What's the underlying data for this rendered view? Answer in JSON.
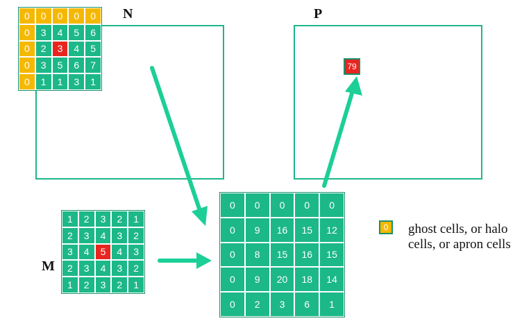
{
  "labels": {
    "n": "N",
    "p": "P",
    "m": "M"
  },
  "colors": {
    "green": "#1cb887",
    "ghost": "#f5b800",
    "highlight": "#e8251f",
    "arrow": "#1ccf96"
  },
  "n_grid": {
    "rows": [
      [
        "0",
        "0",
        "0",
        "0",
        "0"
      ],
      [
        "0",
        "3",
        "4",
        "5",
        "6"
      ],
      [
        "0",
        "2",
        "3",
        "4",
        "5"
      ],
      [
        "0",
        "3",
        "5",
        "6",
        "7"
      ],
      [
        "0",
        "1",
        "1",
        "3",
        "1"
      ]
    ],
    "ghost": [
      [
        0,
        0
      ],
      [
        0,
        1
      ],
      [
        0,
        2
      ],
      [
        0,
        3
      ],
      [
        0,
        4
      ],
      [
        1,
        0
      ],
      [
        2,
        0
      ],
      [
        3,
        0
      ],
      [
        4,
        0
      ]
    ],
    "highlight": [
      2,
      2
    ]
  },
  "m_grid": {
    "rows": [
      [
        "1",
        "2",
        "3",
        "2",
        "1"
      ],
      [
        "2",
        "3",
        "4",
        "3",
        "2"
      ],
      [
        "3",
        "4",
        "5",
        "4",
        "3"
      ],
      [
        "2",
        "3",
        "4",
        "3",
        "2"
      ],
      [
        "1",
        "2",
        "3",
        "2",
        "1"
      ]
    ],
    "highlight": [
      2,
      2
    ]
  },
  "product_grid": {
    "rows": [
      [
        "0",
        "0",
        "0",
        "0",
        "0"
      ],
      [
        "0",
        "9",
        "16",
        "15",
        "12"
      ],
      [
        "0",
        "8",
        "15",
        "16",
        "15"
      ],
      [
        "0",
        "9",
        "20",
        "18",
        "14"
      ],
      [
        "0",
        "2",
        "3",
        "6",
        "1"
      ]
    ]
  },
  "p_value": "79",
  "legend": {
    "swatch_value": "0",
    "text_line1": "ghost cells, or halo",
    "text_line2": "cells, or apron cells"
  }
}
